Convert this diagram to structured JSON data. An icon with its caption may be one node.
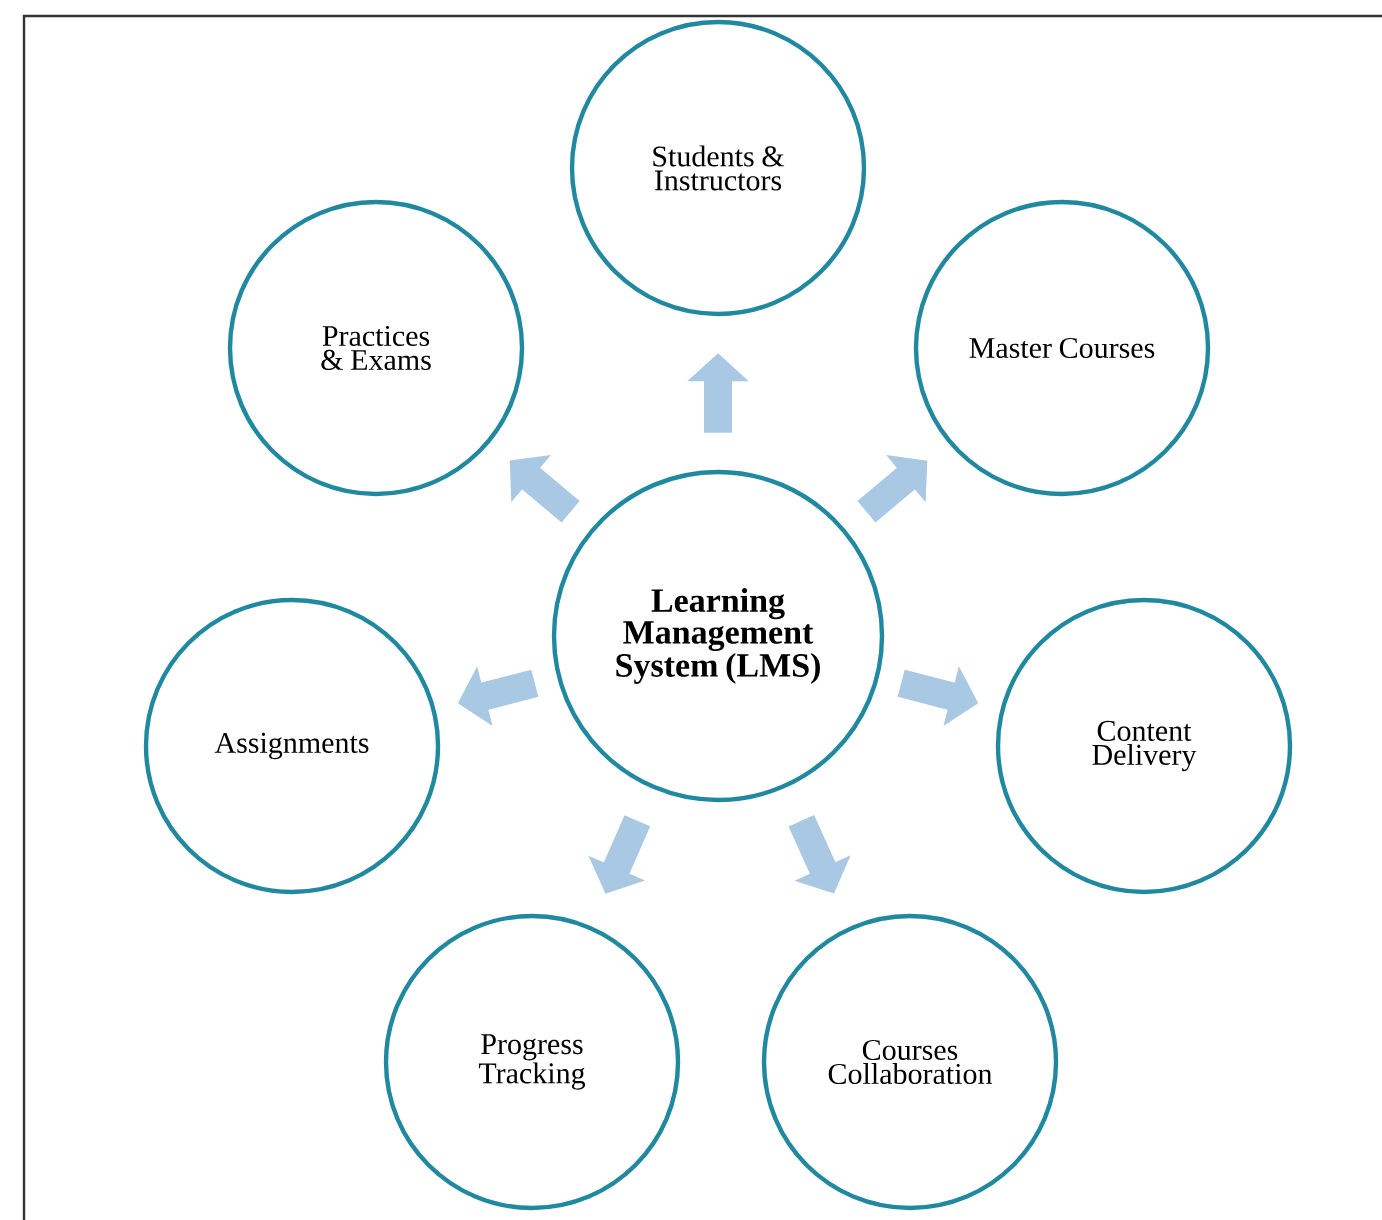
{
  "diagram": {
    "nodes": [
      {
        "text": [
          "Learning Management System (LMS)"
        ]
      },
      {
        "text": [
          "Students & Instructors"
        ]
      },
      {
        "text": [
          "Master Courses"
        ]
      },
      {
        "text": [
          "Content Delivery"
        ]
      },
      {
        "text": [
          "Courses Collaboration"
        ]
      },
      {
        "text": [
          "Progress Tracking"
        ]
      },
      {
        "text": [
          "Assignments"
        ]
      },
      {
        "text": [
          "Practices & Exams"
        ]
      }
    ],
    "edges": [
      {
        "from": 0,
        "to": 1,
        "arrow": "to"
      },
      {
        "from": 0,
        "to": 2,
        "arrow": "to"
      },
      {
        "from": 0,
        "to": 3,
        "arrow": "to"
      },
      {
        "from": 0,
        "to": 4,
        "arrow": "to"
      },
      {
        "from": 0,
        "to": 5,
        "arrow": "to"
      },
      {
        "from": 0,
        "to": 6,
        "arrow": "to"
      },
      {
        "from": 0,
        "to": 7,
        "arrow": "to"
      }
    ]
  }
}
